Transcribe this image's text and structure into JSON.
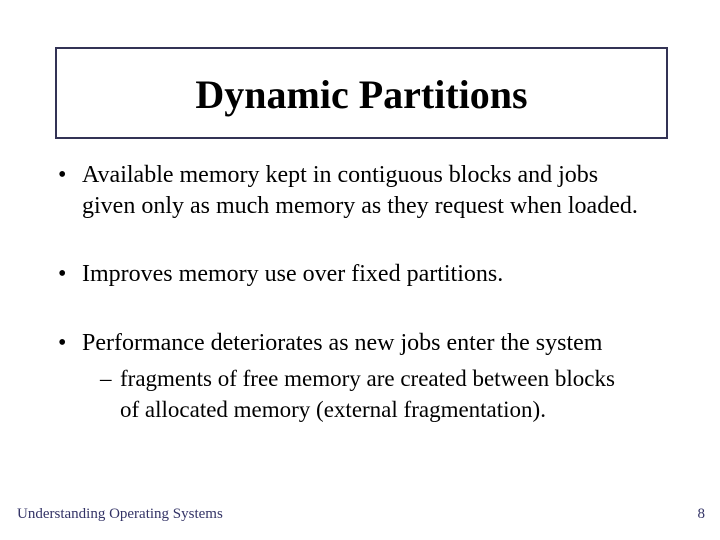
{
  "slide": {
    "title": "Dynamic Partitions",
    "bullets": [
      {
        "marker": "•",
        "lines": [
          "Available memory kept in contiguous blocks and jobs",
          "given only as much memory as they request when loaded."
        ]
      },
      {
        "marker": "•",
        "lines": [
          "Improves memory use over fixed partitions."
        ]
      },
      {
        "marker": "•",
        "lines": [
          "Performance deteriorates as new jobs enter the system"
        ],
        "sub_bullets": [
          {
            "marker": "–",
            "lines": [
              "fragments of free memory are created between blocks",
              "of allocated memory (external fragmentation)."
            ]
          }
        ]
      }
    ],
    "footer": {
      "book_title": "Understanding Operating Systems",
      "page_number": "8"
    }
  },
  "colors": {
    "background": "#ffffff",
    "box_border": "#333355",
    "body_text": "#000000",
    "footer_text": "#333366"
  }
}
